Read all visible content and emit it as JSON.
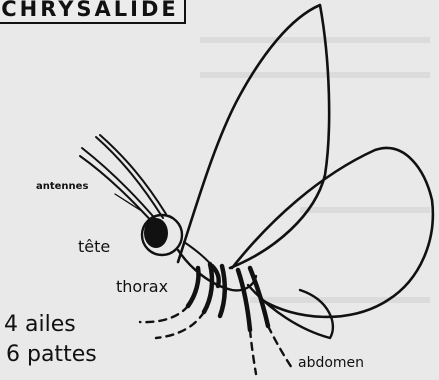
{
  "title": "CHRYSALIDE",
  "labels": {
    "antennes": "antennes",
    "tete": "tête",
    "thorax": "thorax",
    "ailes": "4 ailes",
    "pattes": "6 pattes",
    "abdomen": "abdomen"
  }
}
